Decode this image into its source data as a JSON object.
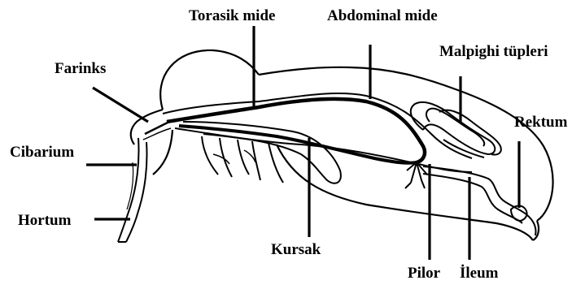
{
  "labels": {
    "thoracic_midgut": "Torasik mide",
    "abdominal_midgut": "Abdominal mide",
    "malpighian_tubules": "Malpighi tüpleri",
    "pharynx": "Farinks",
    "rectum": "Rektum",
    "cibarium": "Cibarium",
    "proboscis": "Hortum",
    "crop": "Kursak",
    "pylorus": "Pilor",
    "ileum": "İleum"
  },
  "colors": {
    "ink": "#000000",
    "background": "#ffffff"
  }
}
